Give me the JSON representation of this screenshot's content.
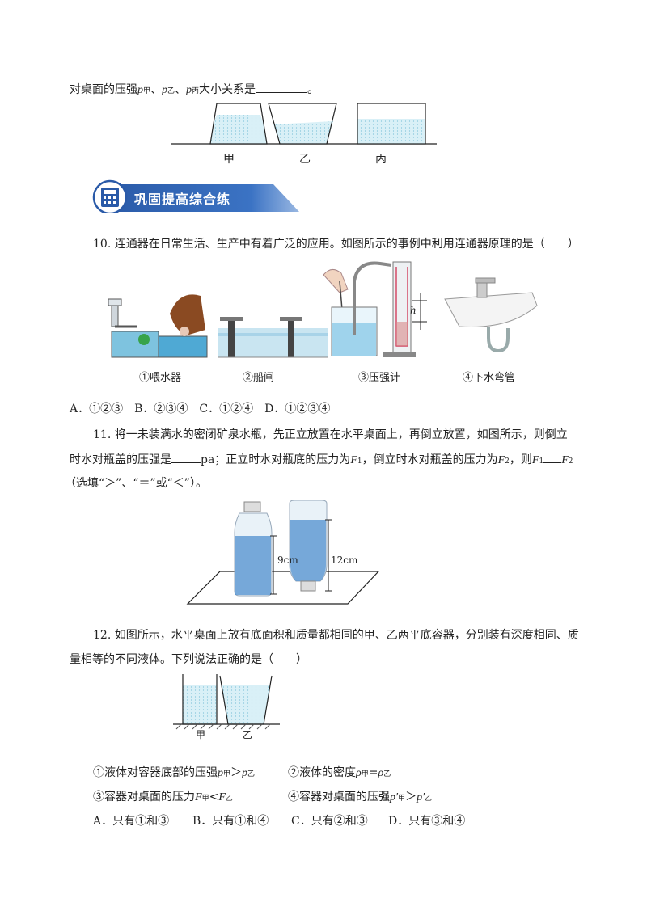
{
  "q9_tail": {
    "text_pre": "对桌面的压强",
    "p_jia": "p",
    "sub_jia": "甲",
    "p_yi": "p",
    "sub_yi": "乙",
    "p_bing": "p",
    "sub_bing": "丙",
    "text_post": "大小关系是",
    "period": "。",
    "sep": "、",
    "fig_labels": [
      "甲",
      "乙",
      "丙"
    ]
  },
  "section": {
    "title": "巩固提高综合练"
  },
  "q10": {
    "text": "10. 连通器在日常生活、生产中有着广泛的应用。如图所示的事例中利用连通器原理的是（　　）",
    "captions": [
      "①喂水器",
      "②船闸",
      "③压强计",
      "④下水弯管"
    ],
    "h_label": "h",
    "options": "A．①②③　B．②③④　C．①②④　D．①②③④"
  },
  "q11": {
    "line1": "11. 将一未装满水的密闭矿泉水瓶，先正立放置在水平桌面上，再倒立放置，如图所示，则倒立",
    "line2_pre": "时水对瓶盖的压强是",
    "line2_unit": "pa；正立时水对瓶底的压力为",
    "F": "F",
    "s1": "1",
    "line2_mid": "，倒立时水对瓶盖的压力为",
    "s2": "2",
    "line2_then": "，则",
    "line3": "（选填“＞”、“＝”或“＜”）。",
    "h1": "9cm",
    "h2": "12cm"
  },
  "q12": {
    "line1": "12. 如图所示，水平桌面上放有底面积和质量都相同的甲、乙两平底容器，分别装有深度相同、质",
    "line2": "量相等的不同液体。下列说法正确的是（　　）",
    "fig_labels": [
      "甲",
      "乙"
    ],
    "s1_pre": "①液体对容器底部的压强",
    "s1_p": "p",
    "s1_gt": "＞",
    "s2_pre": "②液体的密度",
    "s2_rho": "ρ",
    "s2_eq": "=",
    "s3_pre": "③容器对桌面的压力",
    "s3_F": "F",
    "s3_lt": "<",
    "s4_pre": "④容器对桌面的压强",
    "s4_p": "p′",
    "sub_jia": "甲",
    "sub_yi": "乙",
    "options": [
      "A．只有①和③",
      "B．只有①和④",
      "C．只有②和③",
      "D．只有③和④"
    ]
  }
}
